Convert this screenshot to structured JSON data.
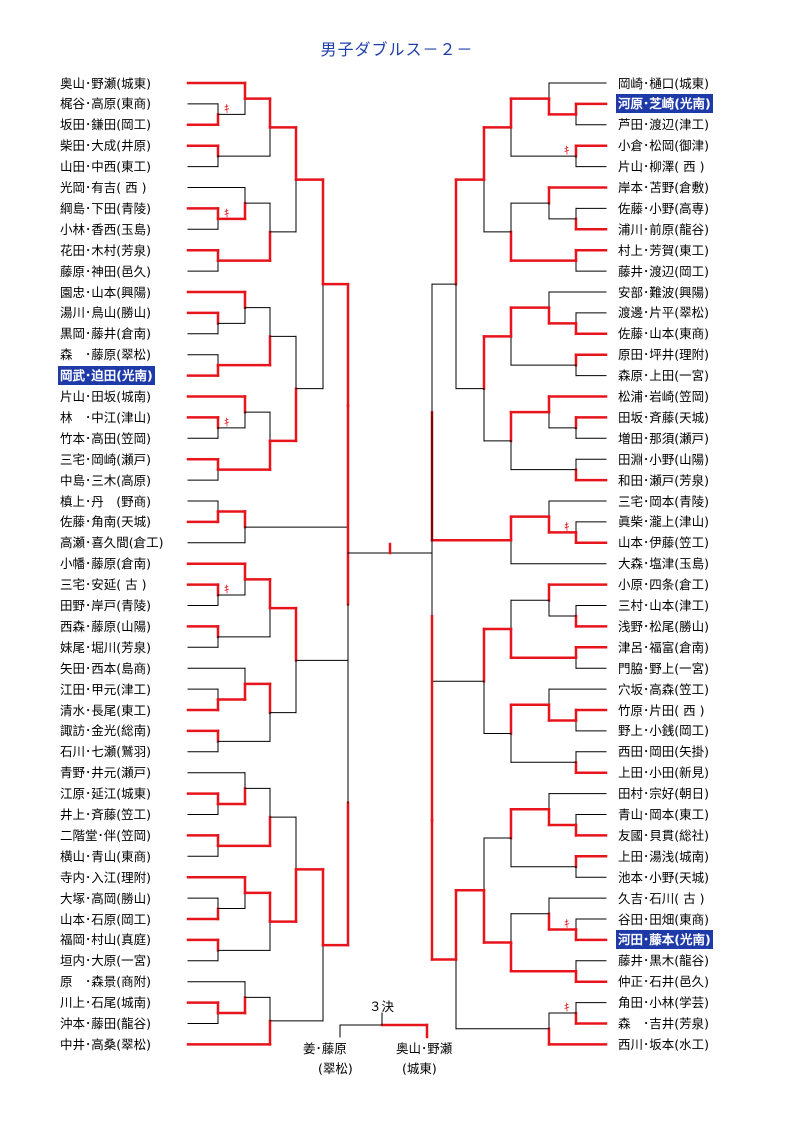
{
  "title": "男子ダブルス－２－",
  "left_entries": [
    "奥山･野瀬(城東)",
    "梶谷･高原(東商)",
    "坂田･鎌田(岡工)",
    "柴田･大成(井原)",
    "山田･中西(東工)",
    "光岡･有吉( 西 )",
    "綱島･下田(青陵)",
    "小林･香西(玉島)",
    "花田･木村(芳泉)",
    "藤原･神田(邑久)",
    "園忠･山本(興陽)",
    "湯川･鳥山(勝山)",
    "黒岡･藤井(倉南)",
    "森　･藤原(翠松)",
    "岡武･迫田(光南)",
    "片山･田坂(城南)",
    "林　･中江(津山)",
    "竹本･高田(笠岡)",
    "三宅･岡崎(瀬戸)",
    "中島･三木(高原)",
    "槙上･丹　(野商)",
    "佐藤･角南(天城)",
    "高瀬･喜久間(倉工)",
    "小幡･藤原(倉南)",
    "三宅･安延( 古 )",
    "田野･岸戸(青陵)",
    "西森･藤原(山陽)",
    "妹尾･堀川(芳泉)",
    "矢田･西本(島商)",
    "江田･甲元(津工)",
    "清水･長尾(東工)",
    "諏訪･金光(総南)",
    "石川･七瀬(鷲羽)",
    "青野･井元(瀬戸)",
    "江原･延江(城東)",
    "井上･斉藤(笠工)",
    "二階堂･伴(笠岡)",
    "横山･青山(東商)",
    "寺内･入江(理附)",
    "大塚･高岡(勝山)",
    "山本･石原(岡工)",
    "福岡･村山(真庭)",
    "垣内･大原(一宮)",
    "原　･森景(商附)",
    "川上･石尾(城南)",
    "沖本･藤田(龍谷)",
    "中井･高桑(翠松)"
  ],
  "right_entries": [
    "岡崎･樋口(城東)",
    "河原･芝崎(光南)",
    "芦田･渡辺(津工)",
    "小倉･松岡(御津)",
    "片山･柳澤( 西 )",
    "岸本･苫野(倉敷)",
    "佐藤･小野(高専)",
    "浦川･前原(龍谷)",
    "村上･芳賀(東工)",
    "藤井･渡辺(岡工)",
    "安部･難波(興陽)",
    "渡邊･片平(翠松)",
    "佐藤･山本(東商)",
    "原田･坪井(理附)",
    "森原･上田(一宮)",
    "松浦･岩崎(笠岡)",
    "田坂･斉藤(天城)",
    "増田･那須(瀬戸)",
    "田淵･小野(山陽)",
    "和田･瀬戸(芳泉)",
    "三宅･岡本(青陵)",
    "眞柴･瀧上(津山)",
    "山本･伊藤(笠工)",
    "大森･塩津(玉島)",
    "小原･四条(倉工)",
    "三村･山本(津工)",
    "浅野･松尾(勝山)",
    "津呂･福富(倉南)",
    "門脇･野上(一宮)",
    "穴坂･高森(笠工)",
    "竹原･片田( 西 )",
    "野上･小銭(岡工)",
    "西田･岡田(矢掛)",
    "上田･小田(新見)",
    "田村･宗好(朝日)",
    "青山･岡本(東工)",
    "友國･貝貫(総社)",
    "上田･湯浅(城南)",
    "池本･小野(天城)",
    "久吉･石川( 古 )",
    "谷田･田畑(東商)",
    "河田･藤本(光南)",
    "藤井･黒木(龍谷)",
    "仲正･石井(邑久)",
    "角田･小林(学芸)",
    "森　･吉井(芳泉)",
    "西川･坂本(水工)"
  ],
  "left_highlight_index": 14,
  "right_highlight_indices": [
    1,
    41
  ],
  "third_place": {
    "label": "３決",
    "left_name": "姜･藤原",
    "left_school": "(翠松)",
    "right_name": "奥山･野瀬",
    "right_school": "(城東)"
  },
  "mark_glyph": "ｷ",
  "colors": {
    "win_line": "#e8141c",
    "line": "#000000",
    "highlight_bg": "#1e3aa8",
    "title": "#1f3fa8"
  }
}
